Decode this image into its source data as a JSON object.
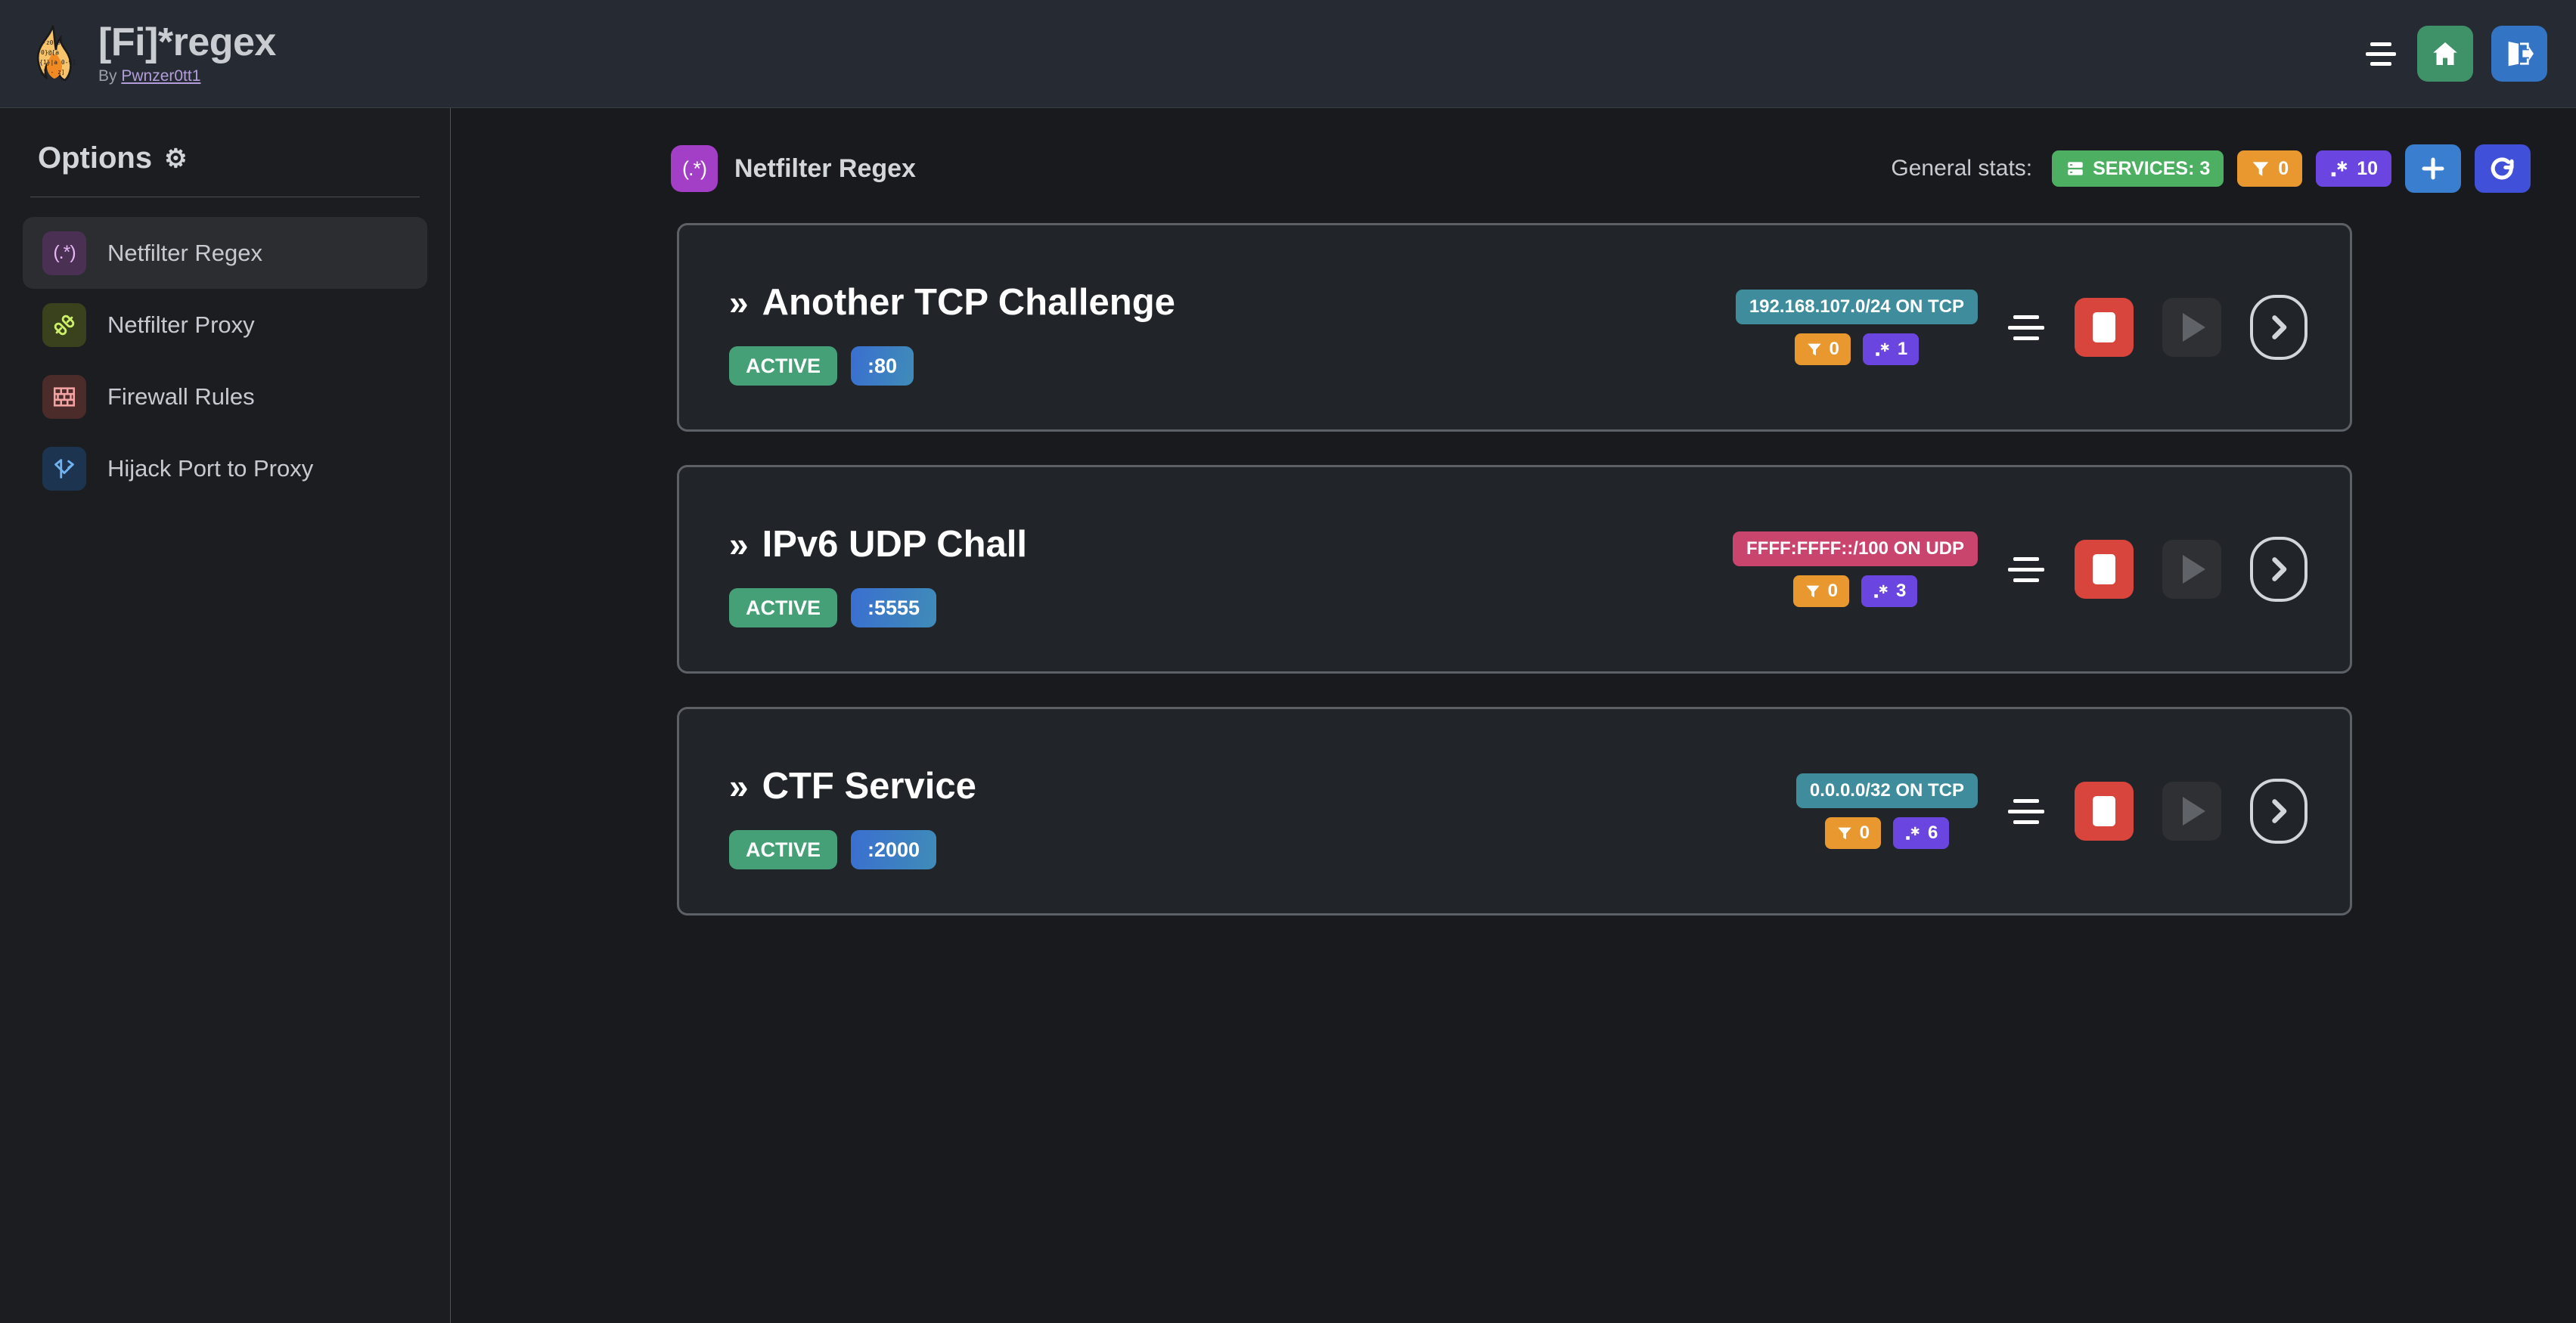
{
  "header": {
    "logo_icon": "flame-regex-logo",
    "title": "[Fi]*regex",
    "by_prefix": "By ",
    "author": "Pwnzer0tt1",
    "menu_icon": "hamburger-menu-icon",
    "home_icon": "home-icon",
    "logout_icon": "logout-icon"
  },
  "sidebar": {
    "heading": "Options",
    "heading_icon": "gear-icon",
    "items": [
      {
        "label": "Netfilter Regex",
        "icon": "regex-icon",
        "glyph": "(.*)",
        "active": true
      },
      {
        "label": "Netfilter Proxy",
        "icon": "plug-icon",
        "glyph": "",
        "active": false
      },
      {
        "label": "Firewall Rules",
        "icon": "brick-wall-icon",
        "glyph": "",
        "active": false
      },
      {
        "label": "Hijack Port to Proxy",
        "icon": "fork-arrow-icon",
        "glyph": "",
        "active": false
      }
    ]
  },
  "main": {
    "page_icon": "regex-icon",
    "page_icon_glyph": "(.*)",
    "page_title": "Netfilter Regex",
    "stats_label": "General stats:",
    "stats": [
      {
        "icon": "server-icon",
        "label": "SERVICES: 3",
        "color": "#4caf62"
      },
      {
        "icon": "filter-icon",
        "label": "0",
        "color": "#e8982f"
      },
      {
        "icon": "regex-icon",
        "label": "10",
        "color": "#6a45e0"
      }
    ],
    "add_button_icon": "plus-icon",
    "refresh_button_icon": "refresh-icon",
    "services": [
      {
        "name": "Another TCP Challenge",
        "chevron": "»",
        "status": "ACTIVE",
        "port": ":80",
        "network": "192.168.107.0/24 ON TCP",
        "network_proto": "tcp",
        "filters": "0",
        "regexes": "1",
        "drag_icon": "drag-handle-icon",
        "stop_icon": "stop-icon",
        "play_icon": "play-icon",
        "detail_icon": "chevron-right-icon"
      },
      {
        "name": "IPv6 UDP Chall",
        "chevron": "»",
        "status": "ACTIVE",
        "port": ":5555",
        "network": "FFFF:FFFF::/100 ON UDP",
        "network_proto": "udp",
        "filters": "0",
        "regexes": "3",
        "drag_icon": "drag-handle-icon",
        "stop_icon": "stop-icon",
        "play_icon": "play-icon",
        "detail_icon": "chevron-right-icon"
      },
      {
        "name": "CTF Service",
        "chevron": "»",
        "status": "ACTIVE",
        "port": ":2000",
        "network": "0.0.0.0/32 ON TCP",
        "network_proto": "tcp",
        "filters": "0",
        "regexes": "6",
        "drag_icon": "drag-handle-icon",
        "stop_icon": "stop-icon",
        "play_icon": "play-icon",
        "detail_icon": "chevron-right-icon"
      }
    ]
  },
  "colors": {
    "header_bg": "#262b33",
    "sidebar_bg": "#1b1d21",
    "main_bg": "#181a1d",
    "card_bg": "#212428",
    "card_border": "#5d6167",
    "accent_green": "#45a077",
    "accent_red": "#d7453c",
    "accent_blue": "#3a7fcf",
    "accent_purple": "#6a45e0",
    "accent_orange": "#e8982f",
    "accent_teal": "#3f8d9c",
    "accent_pink": "#c9456d"
  }
}
